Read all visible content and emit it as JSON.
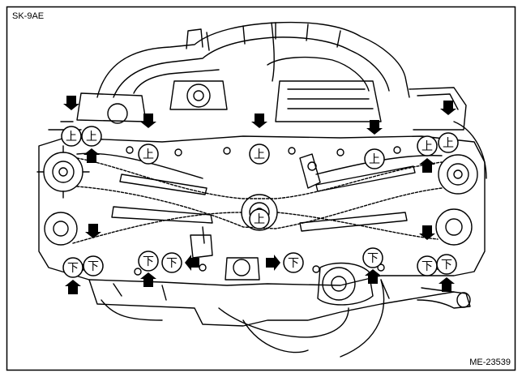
{
  "diagram": {
    "code_top": "SK-9AE",
    "code_bottom": "ME-23539",
    "line_color": "#000000",
    "background_color": "#ffffff",
    "markers": [
      {
        "id": "m1",
        "mark": "上"
      },
      {
        "id": "m2",
        "mark": "上"
      },
      {
        "id": "m3",
        "mark": "上"
      },
      {
        "id": "m4",
        "mark": "上"
      },
      {
        "id": "m5",
        "mark": "上"
      },
      {
        "id": "m6",
        "mark": "上"
      },
      {
        "id": "m7",
        "mark": "上"
      },
      {
        "id": "m8",
        "mark": "上"
      },
      {
        "id": "m9",
        "mark": "下"
      },
      {
        "id": "m10",
        "mark": "下"
      },
      {
        "id": "m11",
        "mark": "下"
      },
      {
        "id": "m12",
        "mark": "下"
      },
      {
        "id": "m13",
        "mark": "下"
      },
      {
        "id": "m14",
        "mark": "下"
      },
      {
        "id": "m15",
        "mark": "下"
      },
      {
        "id": "m16",
        "mark": "下"
      }
    ]
  }
}
